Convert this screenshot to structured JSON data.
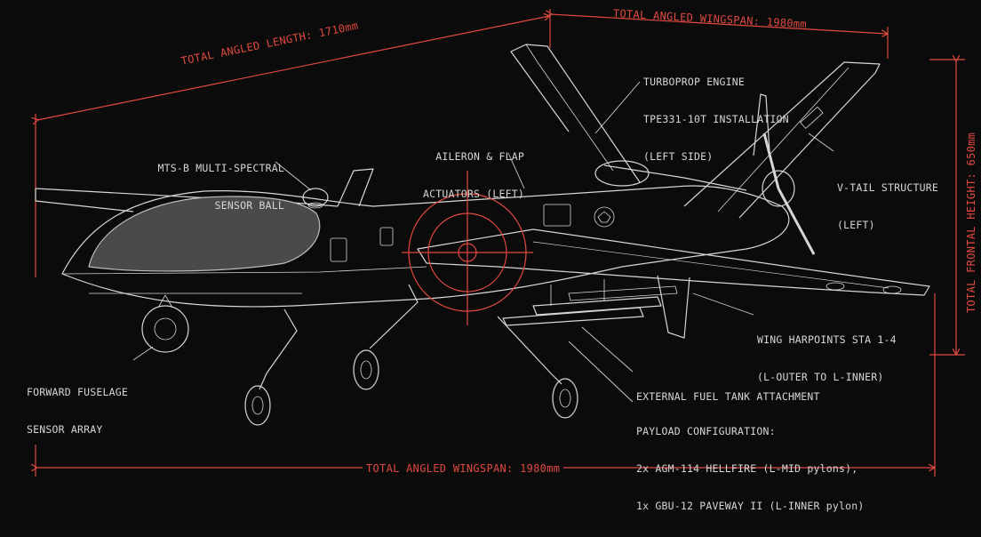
{
  "dimensions": {
    "length": "TOTAL ANGLED LENGTH: 1710mm",
    "wingspan_top": "TOTAL ANGLED WINGSPAN: 1980mm",
    "wingspan_bottom": "TOTAL ANGLED WINGSPAN: 1980mm",
    "height": "TOTAL FRONTAL HEIGHT: 650mm"
  },
  "callouts": {
    "mts_b": [
      "MTS-B MULTI-SPECTRAL",
      "SENSOR BALL"
    ],
    "forward_fuselage": [
      "FORWARD FUSELAGE",
      "SENSOR ARRAY"
    ],
    "aileron": [
      "AILERON & FLAP",
      "ACTUATORS (LEFT)"
    ],
    "turboprop": [
      "TURBOPROP ENGINE",
      "TPE331-10T INSTALLATION",
      "(LEFT SIDE)"
    ],
    "vtail": [
      "V-TAIL STRUCTURE",
      "(LEFT)"
    ],
    "hardpoints": [
      "WING HARPOINTS STA 1-4",
      "(L-OUTER TO L-INNER)"
    ],
    "fuel_tank": [
      "EXTERNAL FUEL TANK ATTACHMENT"
    ],
    "payload": [
      "PAYLOAD CONFIGURATION:",
      "2x AGM-114 HELLFIRE (L-MID pylons),",
      "1x GBU-12 PAVEWAY II (L-INNER pylon)"
    ]
  },
  "colors": {
    "background": "#0b0b0b",
    "line": "#d6d6d6",
    "accent": "#e0493f",
    "canopy": "#4a4a4a"
  }
}
